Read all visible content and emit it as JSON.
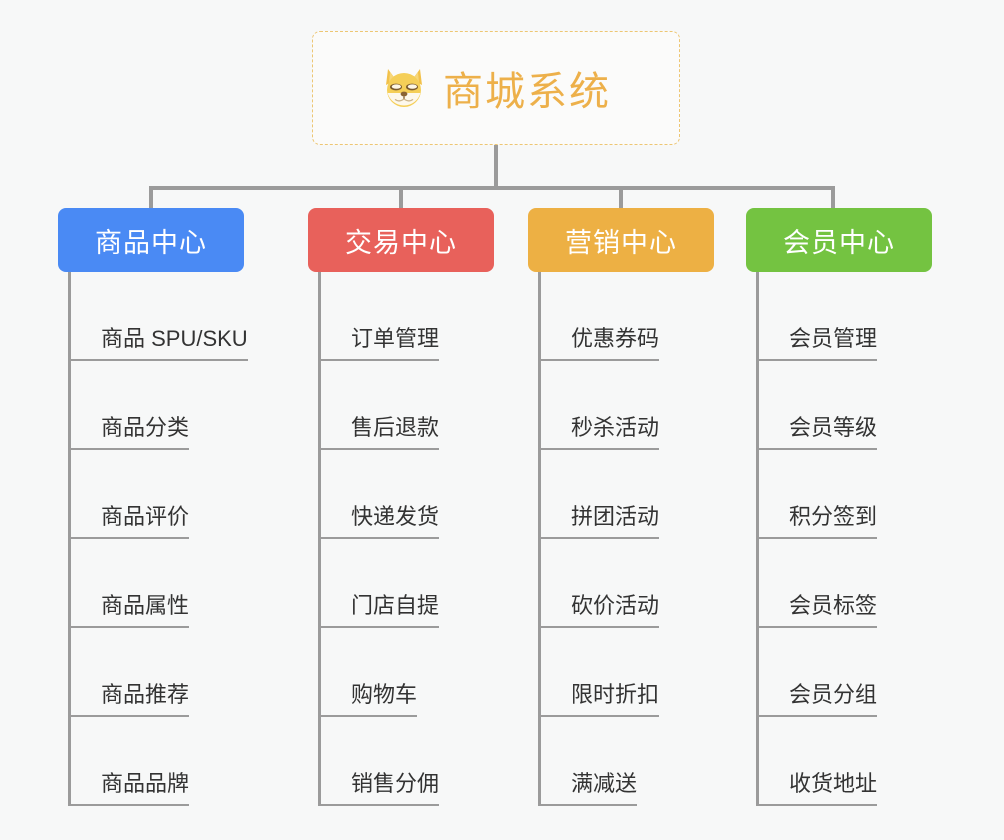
{
  "diagram": {
    "title": "商城系统",
    "type": "organization-chart",
    "background_color": "#f7f8f8",
    "connector_color": "#9b9b9b"
  },
  "root": {
    "label": "商城系统",
    "icon": "shiba-inu-dog-face-emoji",
    "icon_glyph": "🐕",
    "text_color": "#edb04a",
    "border_color": "#edc673",
    "background_color": "#fbfbfa"
  },
  "columns": [
    {
      "id": "product-center",
      "label": "商品中心",
      "color": "#4a8af4",
      "items": [
        {
          "label": "商品 SPU/SKU"
        },
        {
          "label": "商品分类"
        },
        {
          "label": "商品评价"
        },
        {
          "label": "商品属性"
        },
        {
          "label": "商品推荐"
        },
        {
          "label": "商品品牌"
        }
      ]
    },
    {
      "id": "trade-center",
      "label": "交易中心",
      "color": "#e8615b",
      "items": [
        {
          "label": "订单管理"
        },
        {
          "label": "售后退款"
        },
        {
          "label": "快递发货"
        },
        {
          "label": "门店自提"
        },
        {
          "label": "购物车"
        },
        {
          "label": "销售分佣"
        }
      ]
    },
    {
      "id": "marketing-center",
      "label": "营销中心",
      "color": "#edb044",
      "items": [
        {
          "label": "优惠券码"
        },
        {
          "label": "秒杀活动"
        },
        {
          "label": "拼团活动"
        },
        {
          "label": "砍价活动"
        },
        {
          "label": "限时折扣"
        },
        {
          "label": "满减送"
        }
      ]
    },
    {
      "id": "member-center",
      "label": "会员中心",
      "color": "#74c341",
      "items": [
        {
          "label": "会员管理"
        },
        {
          "label": "会员等级"
        },
        {
          "label": "积分签到"
        },
        {
          "label": "会员标签"
        },
        {
          "label": "会员分组"
        },
        {
          "label": "收货地址"
        }
      ]
    }
  ]
}
